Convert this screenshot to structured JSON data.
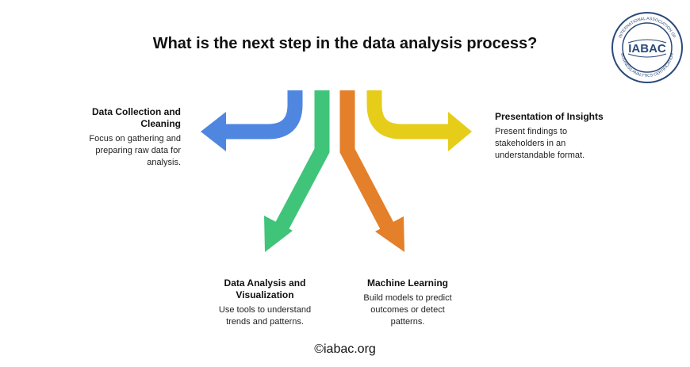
{
  "title": "What is the next step in the data analysis process?",
  "logo": {
    "abbr": "IABAC",
    "ring_text_top": "INTERNATIONAL ASSOCIATION OF",
    "ring_text_bottom": "BUSINESS ANALYTICS CERTIFICATION"
  },
  "steps": [
    {
      "label": "Data Collection and Cleaning",
      "description": "Focus on gathering and preparing raw data for analysis.",
      "color": "#4f86e0"
    },
    {
      "label": "Data Analysis and Visualization",
      "description": "Use tools to understand trends and patterns.",
      "color": "#3fc47a"
    },
    {
      "label": "Machine Learning",
      "description": "Build models to predict outcomes or detect patterns.",
      "color": "#e47f2a"
    },
    {
      "label": "Presentation of Insights",
      "description": "Present findings to stakeholders in an understandable format.",
      "color": "#e6cd1a"
    }
  ],
  "footer": "iabac.org"
}
